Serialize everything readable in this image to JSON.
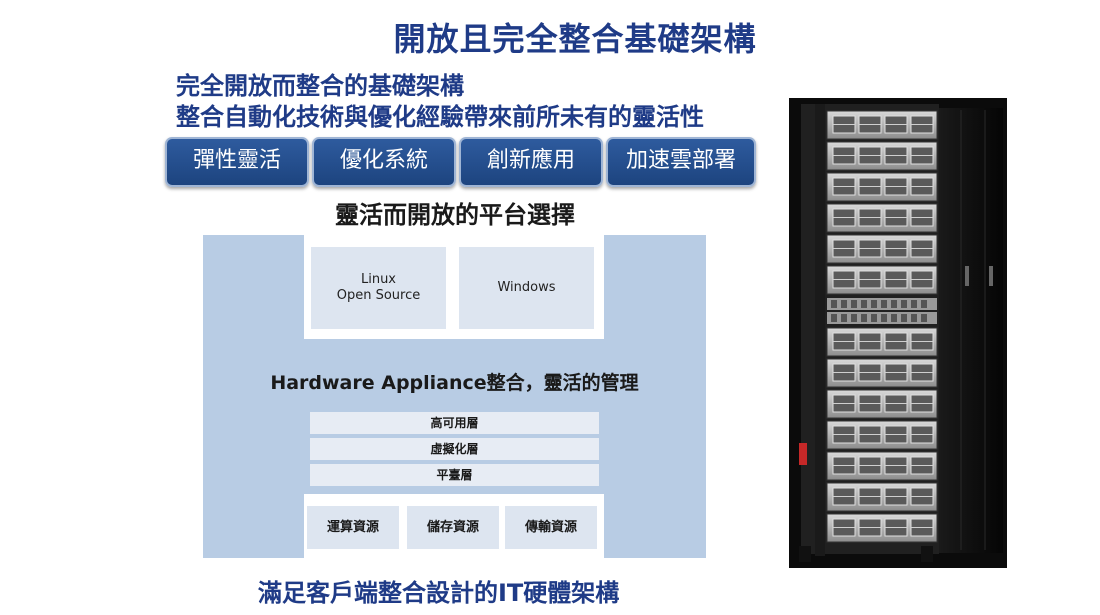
{
  "title": "開放且完全整合基礎架構",
  "subtitle_lines": [
    "完全開放而整合的基礎架構",
    "整合自動化技術與優化經驗帶來前所未有的靈活性"
  ],
  "pills": [
    "彈性靈活",
    "優化系統",
    "創新應用",
    "加速雲部署"
  ],
  "platform_title": "靈活而開放的平台選擇",
  "os_options": [
    {
      "line1": "Linux",
      "line2": "Open Source"
    },
    {
      "line1": "Windows",
      "line2": ""
    }
  ],
  "hardware_label": "Hardware Appliance整合，靈活的管理",
  "layers": [
    "高可用層",
    "虛擬化層",
    "平臺層"
  ],
  "resources": [
    "運算資源",
    "儲存資源",
    "傳輸資源"
  ],
  "bottom_text": "滿足客戶端整合設計的IT硬體架構",
  "colors": {
    "heading": "#1f3b87",
    "pill": "#24508f",
    "stack": "#b8cce4",
    "box": "#dde5f0"
  }
}
